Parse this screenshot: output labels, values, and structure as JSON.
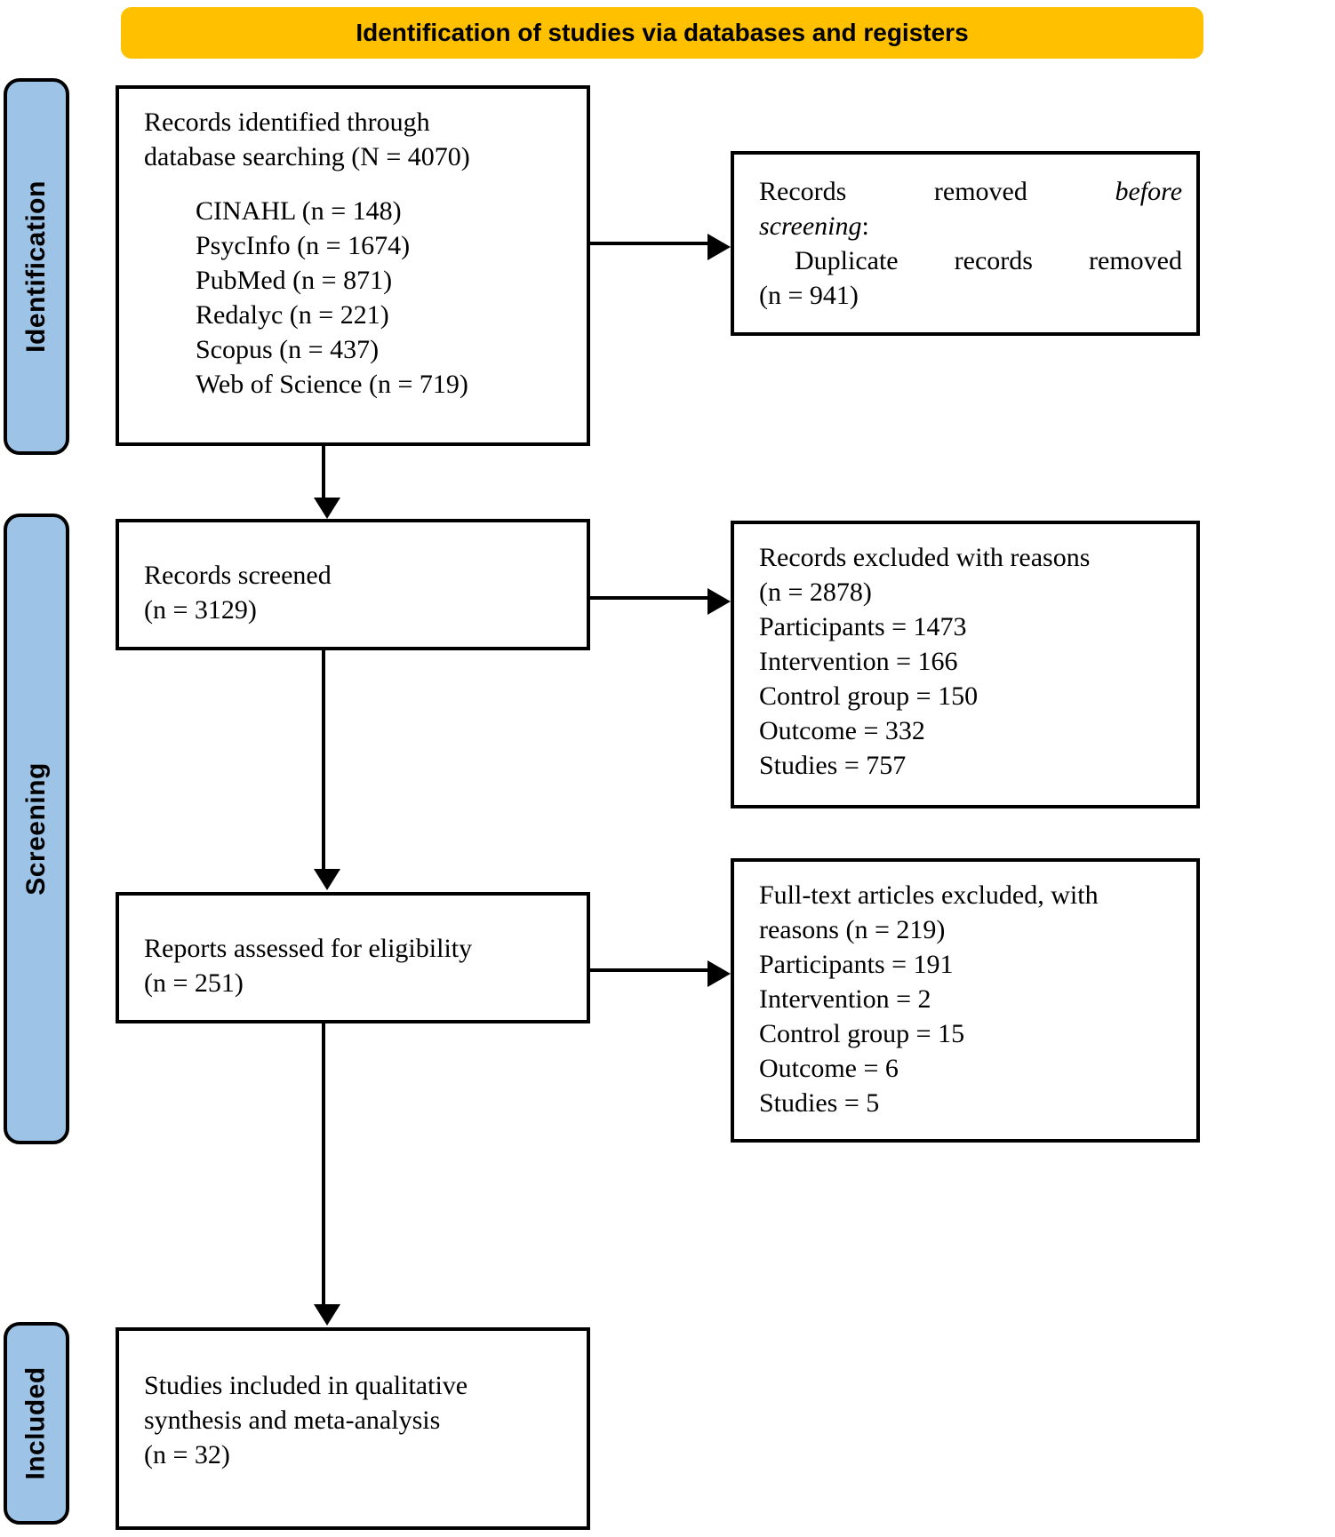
{
  "banner": {
    "title": "Identification of studies via databases and registers",
    "bg_color": "#FFC000"
  },
  "stages": {
    "pill_color": "#9DC3E6",
    "items": [
      {
        "label": "Identification"
      },
      {
        "label": "Screening"
      },
      {
        "label": "Included"
      }
    ]
  },
  "boxes": {
    "identified": {
      "heading_line1": "Records identified through",
      "heading_line2": "database searching (N = 4070)",
      "sources": [
        "CINAHL (n = 148)",
        "PsycInfo (n = 1674)",
        "PubMed (n = 871)",
        "Redalyc (n = 221)",
        "Scopus (n = 437)",
        "Web of Science (n = 719)"
      ]
    },
    "removed_before_screening": {
      "line1": "Records removed",
      "line1_italic": "before",
      "line2_italic": "screening",
      "line2_rest": ":",
      "line3": "Duplicate records removed",
      "line4": "(n = 941)"
    },
    "records_screened": {
      "line1": "Records screened",
      "line2": "(n = 3129)"
    },
    "records_excluded": {
      "line1": "Records excluded with reasons",
      "line2": "(n = 2878)",
      "reasons": [
        "Participants = 1473",
        "Intervention = 166",
        "Control group = 150",
        "Outcome = 332",
        "Studies = 757"
      ]
    },
    "reports_assessed": {
      "line1": "Reports assessed for eligibility",
      "line2": "(n = 251)"
    },
    "fulltext_excluded": {
      "line1": "Full-text articles excluded, with",
      "line2": "reasons (n = 219)",
      "reasons": [
        "Participants = 191",
        "Intervention = 2",
        "Control group = 15",
        "Outcome = 6",
        "Studies = 5"
      ]
    },
    "studies_included": {
      "line1": "Studies included in qualitative",
      "line2": "synthesis and meta-analysis",
      "line3": "(n = 32)"
    }
  }
}
